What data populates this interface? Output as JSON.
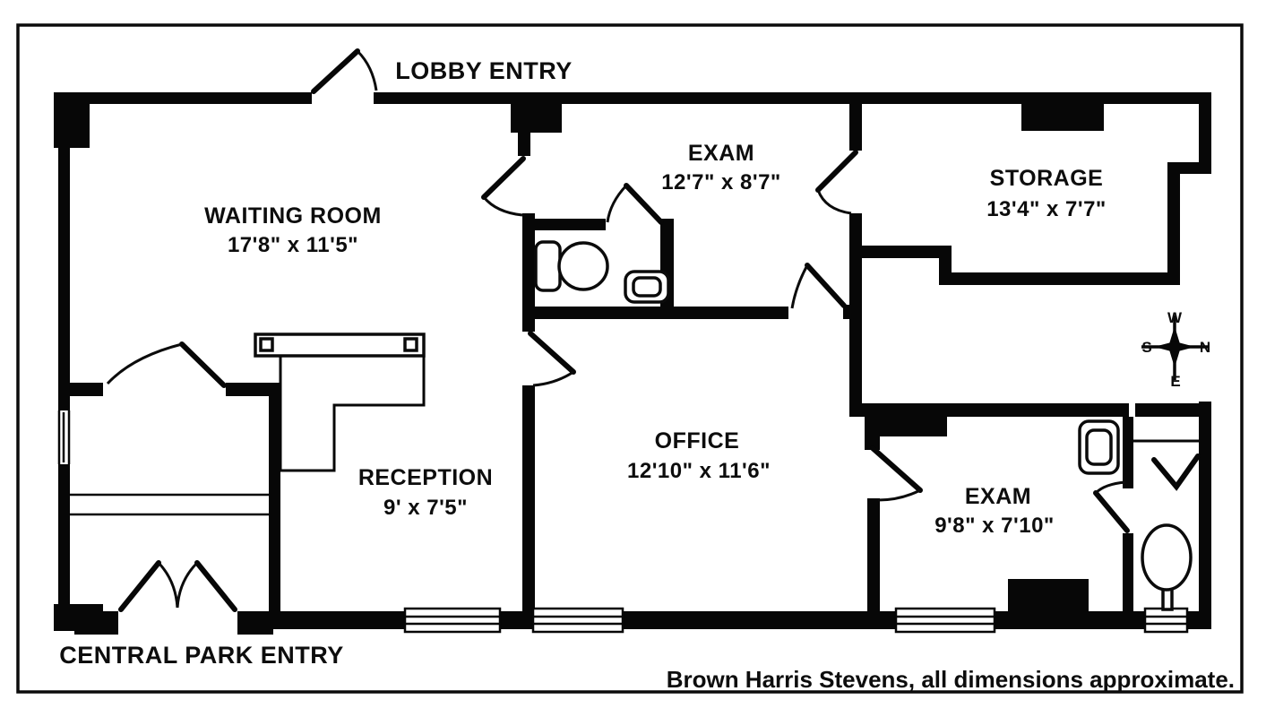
{
  "plan": {
    "entries": {
      "lobby": "LOBBY ENTRY",
      "central_park": "CENTRAL PARK ENTRY"
    },
    "rooms": {
      "waiting": {
        "name": "WAITING ROOM",
        "dims": "17'8\" x 11'5\""
      },
      "exam_top": {
        "name": "EXAM",
        "dims": "12'7\" x 8'7\""
      },
      "storage": {
        "name": "STORAGE",
        "dims": "13'4\" x 7'7\""
      },
      "office": {
        "name": "OFFICE",
        "dims": "12'10\" x 11'6\""
      },
      "reception": {
        "name": "RECEPTION",
        "dims": "9' x 7'5\""
      },
      "exam_bottom": {
        "name": "EXAM",
        "dims": "9'8\" x 7'10\""
      }
    },
    "compass": {
      "n": "N",
      "s": "S",
      "e": "E",
      "w": "W"
    },
    "footer": "Brown Harris Stevens, all dimensions approximate.",
    "colors": {
      "wall": "#070707",
      "background": "#ffffff",
      "text": "#0d0d0d"
    },
    "icons": [
      "toilet-icon",
      "sink-icon",
      "vanity-sink-icon",
      "pedestal-sink-icon",
      "reception-desk",
      "radiator",
      "compass-rose",
      "window",
      "door-arc",
      "hook-symbol"
    ]
  }
}
